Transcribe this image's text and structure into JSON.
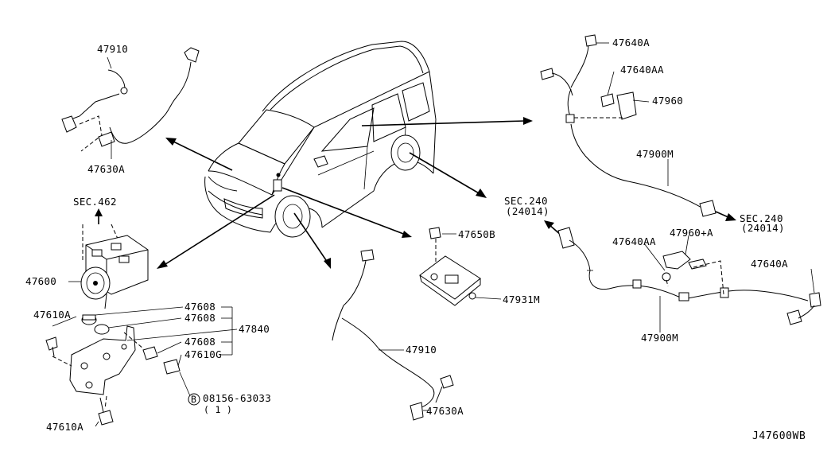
{
  "diagram": {
    "part_labels": {
      "p47910_top": "47910",
      "p47630a_top": "47630A",
      "p47640a_top": "47640A",
      "p47640aa_top": "47640AA",
      "p47960": "47960",
      "p47900m_top": "47900M",
      "sec240_mid": "SEC.240",
      "sec240_mid_sub": "(24014)",
      "sec240_right": "SEC.240",
      "sec240_right_sub": "(24014)",
      "sec462": "SEC.462",
      "p47600": "47600",
      "p47650b": "47650B",
      "p47931m": "47931M",
      "p47640aa_bot": "47640AA",
      "p47960a": "47960+A",
      "p47640a_bot": "47640A",
      "p47900m_bot": "47900M",
      "p47610a_left": "47610A",
      "p47608_1": "47608",
      "p47608_2": "47608",
      "p47840": "47840",
      "p47608_3": "47608",
      "p47610g": "47610G",
      "bolt_code": "08156-63033",
      "bolt_marker": "B",
      "bolt_qty": "( 1 )",
      "p47910_bot": "47910",
      "p47630a_bot": "47630A",
      "p47610a_bot": "47610A"
    },
    "diagram_code": "J47600WB"
  }
}
